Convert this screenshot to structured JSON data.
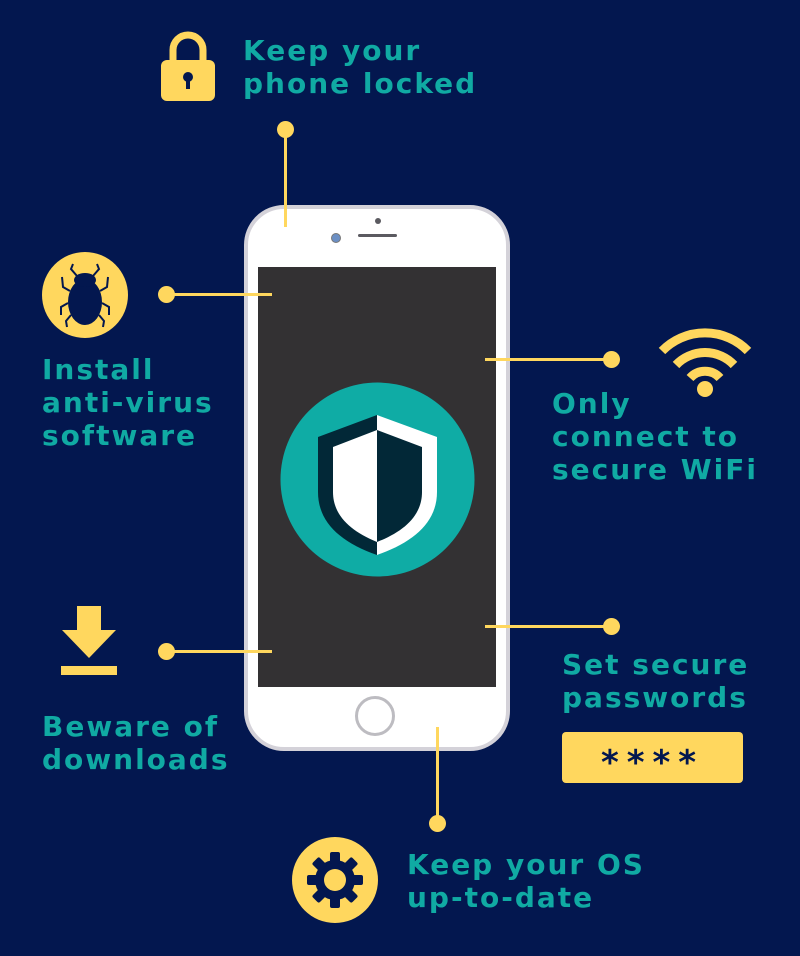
{
  "colors": {
    "background": "#03174f",
    "accent_yellow": "#ffd75e",
    "text_teal": "#10aaa3",
    "phone_screen": "#333133",
    "shield_circle": "#0faca5",
    "shield_dark": "#022837"
  },
  "phone": {
    "center_icon": "shield-icon"
  },
  "tips": [
    {
      "icon": "padlock-icon",
      "label": "Keep your\nphone locked"
    },
    {
      "icon": "bug-icon",
      "label": "Install\nanti-virus\nsoftware"
    },
    {
      "icon": "wifi-icon",
      "label": "Only\nconnect to\nsecure WiFi"
    },
    {
      "icon": "download-icon",
      "label": "Beware of\ndownloads"
    },
    {
      "icon": "password-field-icon",
      "label": "Set secure\npasswords",
      "password_mask": "****"
    },
    {
      "icon": "gear-icon",
      "label": "Keep your OS\nup-to-date"
    }
  ]
}
